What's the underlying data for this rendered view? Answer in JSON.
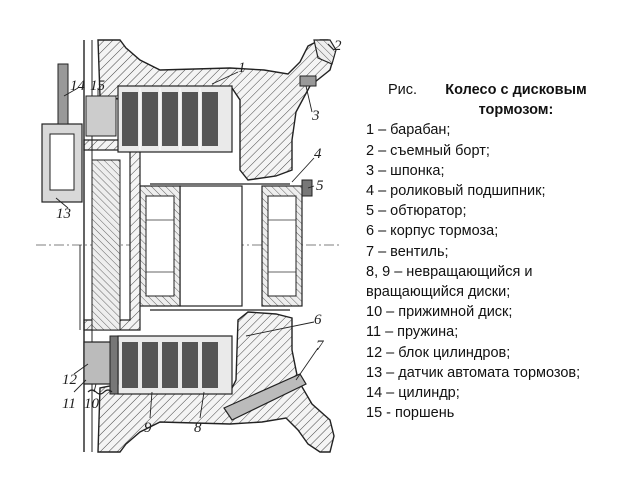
{
  "figure": {
    "caption_prefix": "Рис.",
    "caption_title": "Колесо с дисковым тормозом:",
    "legend": [
      "1 – барабан;",
      "2 – съемный борт;",
      "3 – шпонка;",
      "4 – роликовый подшипник;",
      "5 – обтюратор;",
      "6 – корпус тормоза;",
      "7 – вентиль;",
      "8, 9 – невращающийся и",
      "вращающийся диски;",
      "10 – прижимной диск;",
      "11 – пружина;",
      "12 – блок цилиндров;",
      "13 – датчик автомата тормозов;",
      "14 – цилиндр;",
      "15 - поршень"
    ]
  },
  "drawing": {
    "callouts": {
      "n1": "1",
      "n2": "2",
      "n3": "3",
      "n4": "4",
      "n5": "5",
      "n6": "6",
      "n7": "7",
      "n8": "8",
      "n9": "9",
      "n10": "10",
      "n11": "11",
      "n12": "12",
      "n13": "13",
      "n14": "14",
      "n15": "15"
    }
  }
}
